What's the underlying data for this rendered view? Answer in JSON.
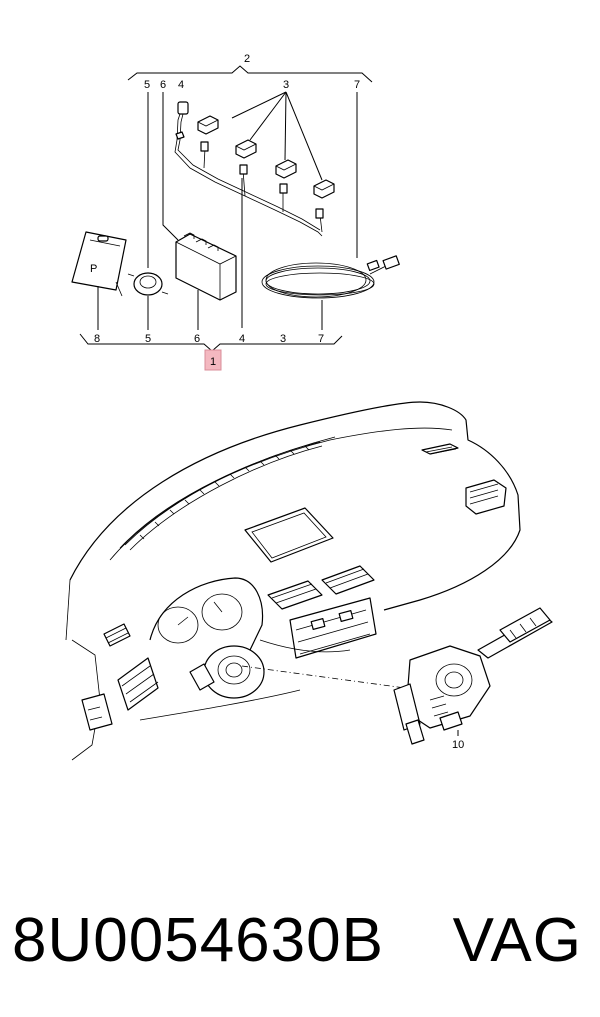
{
  "diagram": {
    "callouts": {
      "c2": "2",
      "c3_top": "3",
      "c4_top": "4",
      "c5_top": "5",
      "c6_top": "6",
      "c7_top": "7",
      "c8_bottom": "8",
      "c5_bottom": "5",
      "c6_bottom": "6",
      "c4_bottom": "4",
      "c3_bottom": "3",
      "c7_bottom": "7",
      "c1": "1",
      "c10": "10"
    },
    "parking_button_glyph": "P",
    "highlight_color": "#f4b8c0"
  },
  "caption": {
    "part_number": "8U0054630B",
    "brand": "VAG"
  }
}
